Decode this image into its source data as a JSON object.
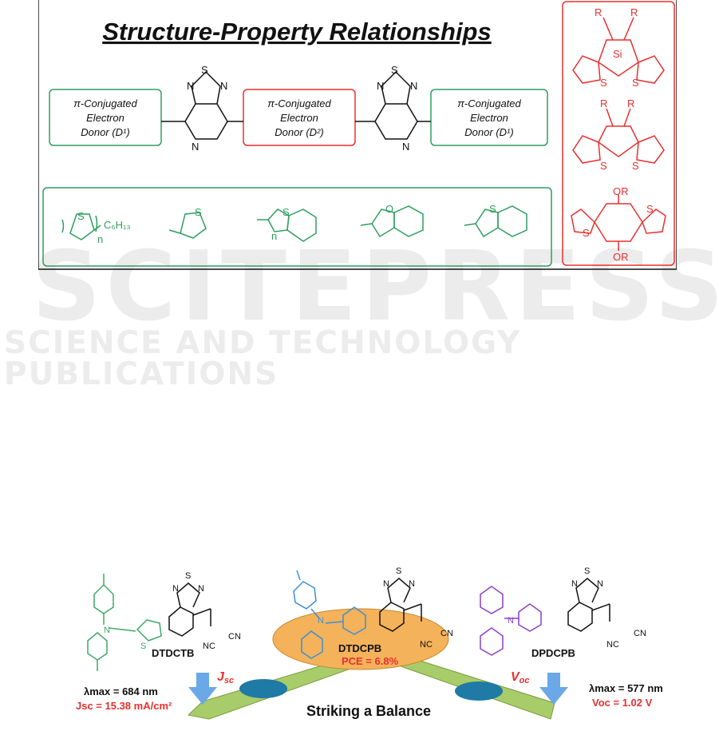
{
  "figure1": {
    "title": "Structure-Property Relationships",
    "donor_box_left": {
      "line1": "π-Conjugated",
      "line2": "Electron",
      "line3": "Donor (D¹)"
    },
    "donor_box_center": {
      "line1": "π-Conjugated",
      "line2": "Electron",
      "line3": "Donor (D²)"
    },
    "donor_box_right": {
      "line1": "π-Conjugated",
      "line2": "Electron",
      "line3": "Donor (D¹)"
    },
    "acceptor_atoms": {
      "n": "N",
      "s": "S"
    },
    "green_labels": {
      "n": "n",
      "hexyl": "C₆H₁₃",
      "s": "S",
      "o": "O"
    },
    "red_labels": {
      "r": "R",
      "si": "Si",
      "s": "S",
      "or": "OR"
    },
    "colors": {
      "green": "#2e9e5e",
      "red": "#e8302f",
      "black": "#111111"
    }
  },
  "watermark": {
    "main": "SCITEPRESS",
    "sub": "SCIENCE AND TECHNOLOGY PUBLICATIONS"
  },
  "figure2": {
    "left_molecule": "DTDCTB",
    "center_molecule": "DTDCPB",
    "right_molecule": "DPDCPB",
    "pce": "PCE = 6.8%",
    "jsc_arrow": "J",
    "jsc_sub": "sc",
    "voc_arrow": "V",
    "voc_sub": "oc",
    "lambda_left": "λmax = 684 nm",
    "jsc_value": "Jsc = 15.38 mA/cm²",
    "lambda_right": "λmax = 577 nm",
    "voc_value": "Voc = 1.02 V",
    "balance": "Striking a Balance",
    "atoms": {
      "n": "N",
      "s": "S",
      "nc": "NC",
      "cn": "CN"
    },
    "colors": {
      "green": "#3ea86a",
      "blue": "#3a8fd8",
      "purple": "#8a3fc7",
      "red": "#e8302f",
      "orange": "#f4b25a",
      "plank": "#a8cc6a"
    }
  }
}
